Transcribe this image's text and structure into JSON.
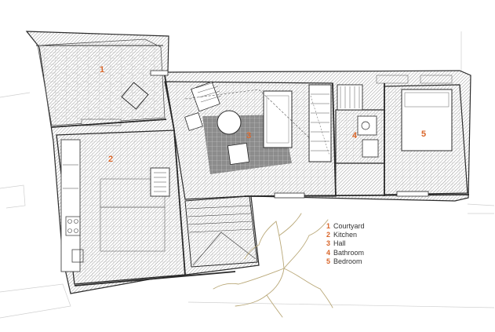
{
  "colors": {
    "accent": "#d9662a",
    "wall": "#2b2b2b",
    "rug": "#8a8a8a",
    "tree": "#b9a878"
  },
  "rooms": [
    {
      "number": "1",
      "name": "Courtyard"
    },
    {
      "number": "2",
      "name": "Kitchen"
    },
    {
      "number": "3",
      "name": "Hall"
    },
    {
      "number": "4",
      "name": "Bathroom"
    },
    {
      "number": "5",
      "name": "Bedroom"
    }
  ]
}
